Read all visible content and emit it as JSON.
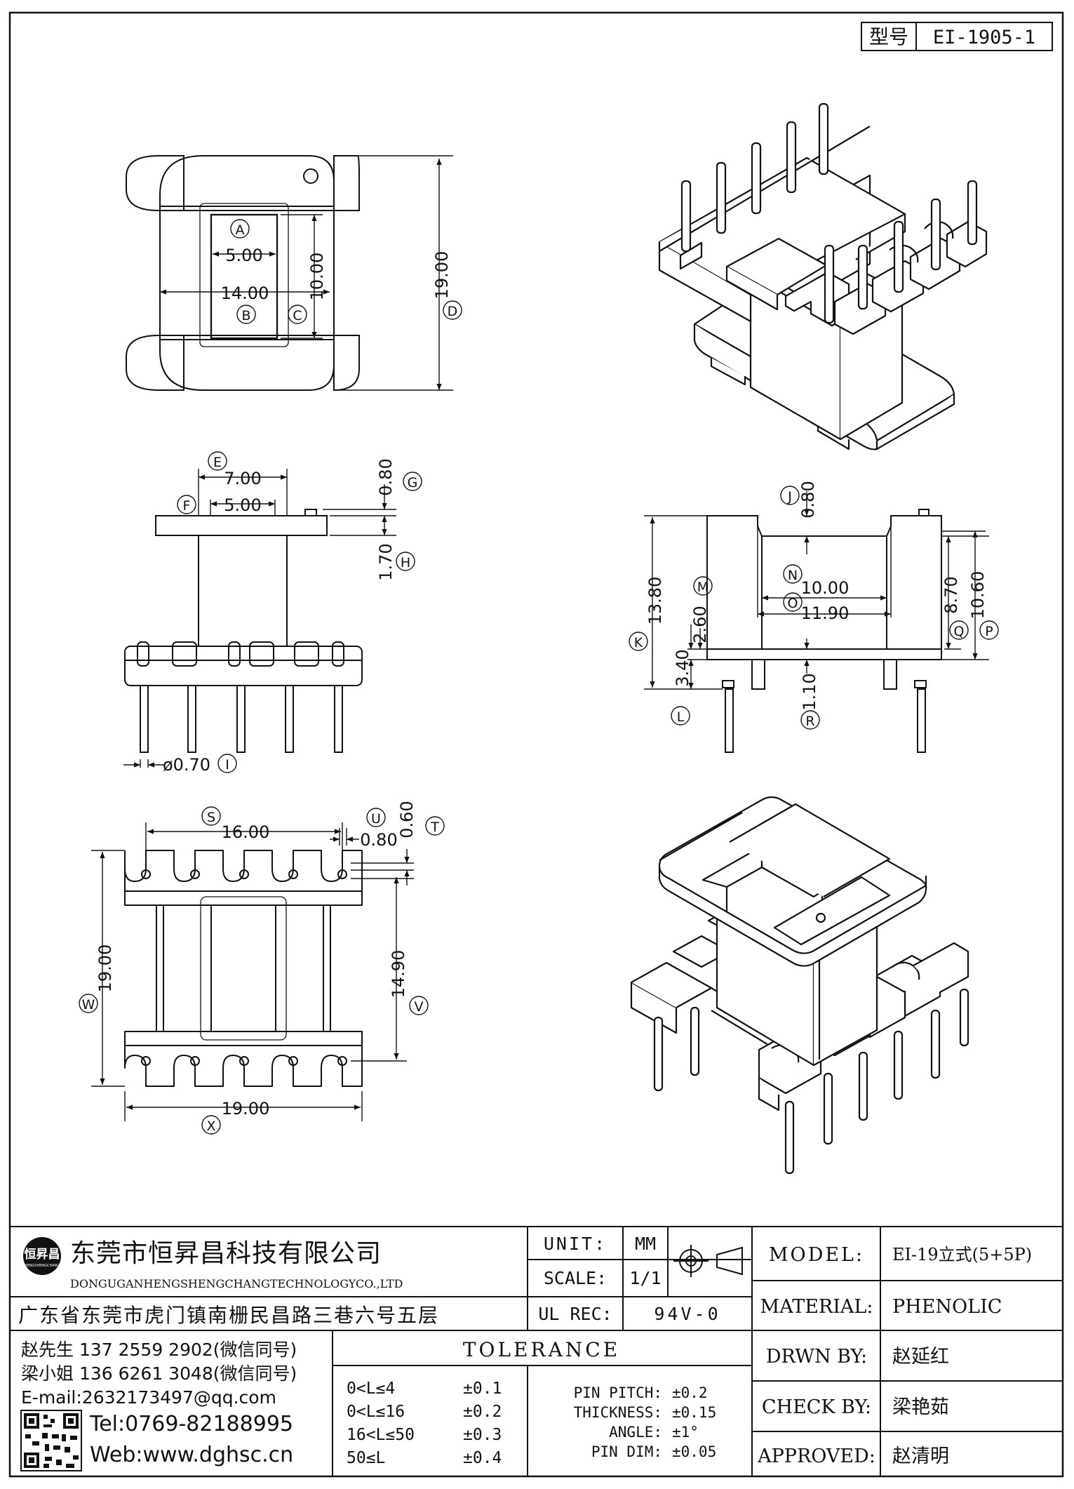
{
  "title_block": {
    "label": "型号",
    "value": "EI-1905-1"
  },
  "dimensions": {
    "top_view": {
      "a": "5.00",
      "b": "14.00",
      "c": "10.00",
      "d": "19.00",
      "tag_a": "A",
      "tag_b": "B",
      "tag_c": "C",
      "tag_d": "D"
    },
    "front_view": {
      "e": "7.00",
      "f": "5.00",
      "g": "0.80",
      "h": "1.70",
      "i": "ø0.70",
      "tag_e": "E",
      "tag_f": "F",
      "tag_g": "G",
      "tag_h": "H",
      "tag_i": "I"
    },
    "side_view": {
      "j": "0.80",
      "k": "13.80",
      "l": "3.40",
      "m": "2.60",
      "n": "10.00",
      "o": "11.90",
      "p": "10.60",
      "q": "8.70",
      "r": "1.10",
      "tag_j": "J",
      "tag_k": "K",
      "tag_l": "L",
      "tag_m": "M",
      "tag_n": "N",
      "tag_o": "O",
      "tag_p": "P",
      "tag_q": "Q",
      "tag_r": "R"
    },
    "bottom_view": {
      "s": "16.00",
      "t": "0.60",
      "u": "0.80",
      "v": "14.90",
      "w": "19.00",
      "x": "19.00",
      "tag_s": "S",
      "tag_t": "T",
      "tag_u": "U",
      "tag_v": "V",
      "tag_w": "W",
      "tag_x": "X"
    }
  },
  "company": {
    "logo_text": "恒昇昌",
    "logo_sub": "HENGSHENGCHANG",
    "name_cn": "东莞市恒昇昌科技有限公司",
    "name_en": "DONGUGANHENGSHENGCHANGTECHNOLOGYCO.,LTD",
    "address": "广东省东莞市虎门镇南栅民昌路三巷六号五层",
    "contact1": "赵先生 137 2559 2902(微信同号)",
    "contact2": "梁小姐 136 6261 3048(微信同号)",
    "email": "E-mail:2632173497@qq.com",
    "tel": "Tel:0769-82188995",
    "web": "Web:www.dghsc.cn"
  },
  "specs": {
    "unit_label": "UNIT:",
    "unit_value": "MM",
    "scale_label": "SCALE:",
    "scale_value": "1/1",
    "ulrec_label": "UL REC:",
    "ulrec_value": "94V-0"
  },
  "tolerance": {
    "title": "TOLERANCE",
    "ranges": [
      {
        "range": "0<L≤4",
        "tol": "±0.1"
      },
      {
        "range": "0<L≤16",
        "tol": "±0.2"
      },
      {
        "range": "16<L≤50",
        "tol": "±0.3"
      },
      {
        "range": "50≤L",
        "tol": "±0.4"
      }
    ],
    "others": [
      {
        "label": "PIN PITCH:",
        "tol": "±0.2"
      },
      {
        "label": "THICKNESS:",
        "tol": "±0.15"
      },
      {
        "label": "ANGLE:",
        "tol": "±1°"
      },
      {
        "label": "PIN DIM:",
        "tol": "±0.05"
      }
    ]
  },
  "info": {
    "model_label": "MODEL:",
    "model_value": "EI-19立式(5+5P)",
    "material_label": "MATERIAL:",
    "material_value": "PHENOLIC",
    "drawn_label": "DRWN BY:",
    "drawn_value": "赵延红",
    "check_label": "CHECK BY:",
    "check_value": "梁艳茹",
    "approved_label": "APPROVED:",
    "approved_value": "赵清明"
  }
}
